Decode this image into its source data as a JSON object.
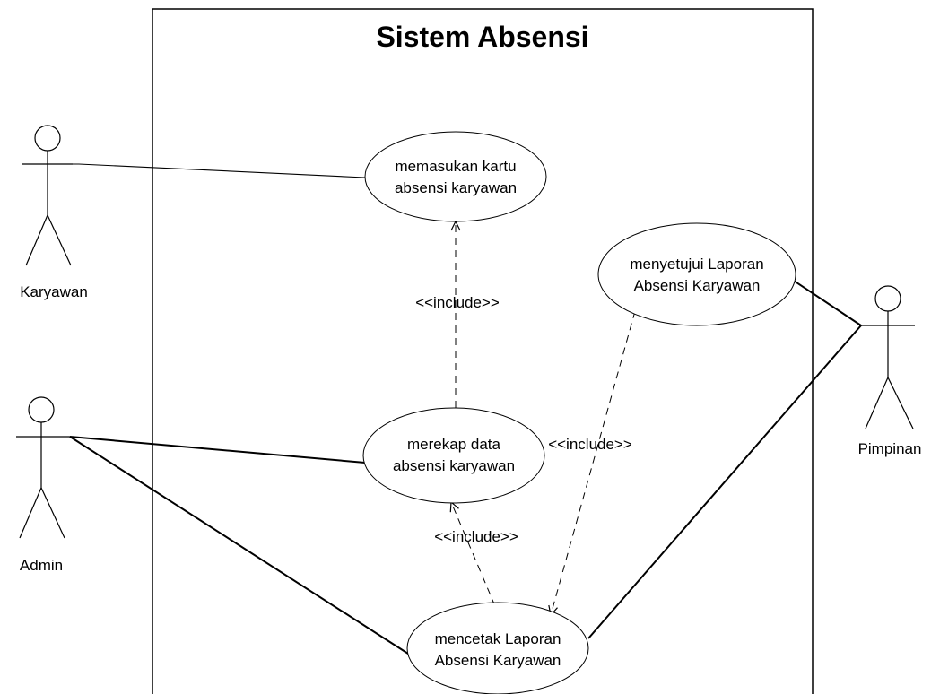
{
  "system": {
    "title": "Sistem Absensi"
  },
  "actors": {
    "karyawan": "Karyawan",
    "admin": "Admin",
    "pimpinan": "Pimpinan"
  },
  "use_cases": {
    "memasukan": {
      "line1": "memasukan kartu",
      "line2": "absensi karyawan"
    },
    "merekap": {
      "line1": "merekap data",
      "line2": "absensi karyawan"
    },
    "menyetujui": {
      "line1": "menyetujui Laporan",
      "line2": "Absensi Karyawan"
    },
    "mencetak": {
      "line1": "mencetak Laporan",
      "line2": "Absensi Karyawan"
    }
  },
  "relations": {
    "include_rekap_masuk": "<<include>>",
    "include_setuju_cetak": "<<include>>",
    "include_cetak_rekap": "<<include>>"
  }
}
